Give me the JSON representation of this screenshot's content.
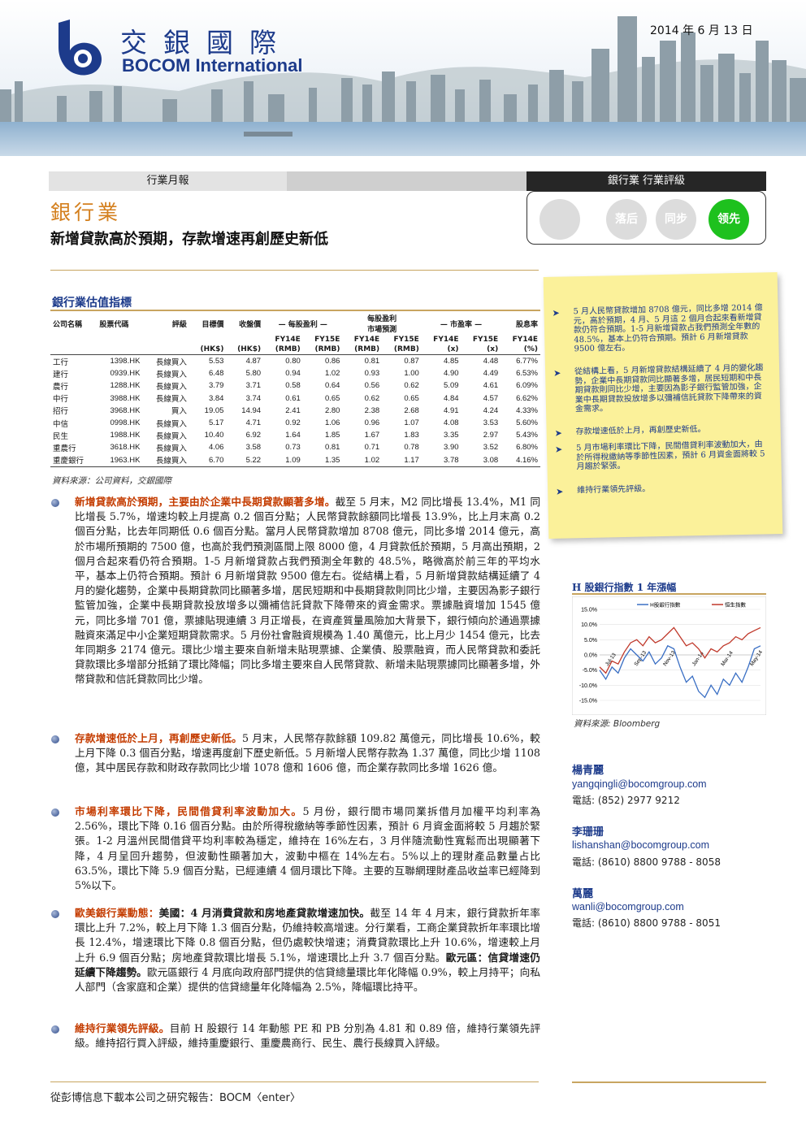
{
  "header": {
    "brand_cn": "交銀國際",
    "brand_en": "BOCOM International",
    "date": "2014 年 6 月 13 日"
  },
  "strip": {
    "report_type": "行業月報",
    "rating_label": "銀行業 行業評級",
    "ratings": [
      "落后",
      "同步",
      "领先"
    ],
    "active_rating": "领先"
  },
  "title": {
    "sector": "銀行業",
    "headline": "新增貸款高於預期，存款增速再創歷史新低"
  },
  "valuation": {
    "title": "銀行業估值指標",
    "header_row1": [
      "公司名稱",
      "股票代碼",
      "評級",
      "目標價",
      "收盤價",
      "— 每股盈利 —",
      "每股盈利",
      "— 市盈率 —",
      "股息率"
    ],
    "header_row1b": "市場預測",
    "header_row2": [
      "FY14E",
      "FY15E",
      "FY14E",
      "FY15E",
      "FY14E",
      "FY15E",
      "FY14E"
    ],
    "header_row3": [
      "(HK$)",
      "(HK$)",
      "(RMB)",
      "(RMB)",
      "(RMB)",
      "(RMB)",
      "(x)",
      "(x)",
      "(%)"
    ],
    "rows": [
      [
        "工行",
        "1398.HK",
        "長線買入",
        "5.53",
        "4.87",
        "0.80",
        "0.86",
        "0.81",
        "0.87",
        "4.85",
        "4.48",
        "6.77%"
      ],
      [
        "建行",
        "0939.HK",
        "長線買入",
        "6.48",
        "5.80",
        "0.94",
        "1.02",
        "0.93",
        "1.00",
        "4.90",
        "4.49",
        "6.53%"
      ],
      [
        "農行",
        "1288.HK",
        "長線買入",
        "3.79",
        "3.71",
        "0.58",
        "0.64",
        "0.56",
        "0.62",
        "5.09",
        "4.61",
        "6.09%"
      ],
      [
        "中行",
        "3988.HK",
        "長線買入",
        "3.84",
        "3.74",
        "0.61",
        "0.65",
        "0.62",
        "0.65",
        "4.84",
        "4.57",
        "6.62%"
      ],
      [
        "招行",
        "3968.HK",
        "買入",
        "19.05",
        "14.94",
        "2.41",
        "2.80",
        "2.38",
        "2.68",
        "4.91",
        "4.24",
        "4.33%"
      ],
      [
        "中信",
        "0998.HK",
        "長線買入",
        "5.17",
        "4.71",
        "0.92",
        "1.06",
        "0.96",
        "1.07",
        "4.08",
        "3.53",
        "5.60%"
      ],
      [
        "民生",
        "1988.HK",
        "長線買入",
        "10.40",
        "6.92",
        "1.64",
        "1.85",
        "1.67",
        "1.83",
        "3.35",
        "2.97",
        "5.43%"
      ],
      [
        "重農行",
        "3618.HK",
        "長線買入",
        "4.06",
        "3.58",
        "0.73",
        "0.81",
        "0.71",
        "0.78",
        "3.90",
        "3.52",
        "6.80%"
      ],
      [
        "重慶銀行",
        "1963.HK",
        "長線買入",
        "6.70",
        "5.22",
        "1.09",
        "1.35",
        "1.02",
        "1.17",
        "3.78",
        "3.08",
        "4.16%"
      ]
    ],
    "source": "資料來源：公司資料，交銀國際"
  },
  "paragraphs": {
    "p1_lead": "新增貸款高於預期，主要由於企業中長期貸款顯著多增。",
    "p1_body": "截至 5 月末，M2 同比增長 13.4%，M1 同比增長 5.7%，增速均較上月提高 0.2 個百分點；人民幣貸款餘額同比增長 13.9%，比上月末高 0.2 個百分點，比去年同期低 0.6 個百分點。當月人民幣貸款增加 8708 億元，同比多增 2014 億元，高於市場所預期的 7500 億，也高於我們預測區間上限 8000 億，4 月貸款低於預期，5 月高出預期，2 個月合起來看仍符合預期。1-5 月新增貸款占我們預測全年數的 48.5%，略微高於前三年的平均水平，基本上仍符合預期。預計 6 月新增貸款 9500 億左右。從結構上看，5 月新增貸款結構延續了 4 月的變化趨勢，企業中長期貸款同比顯著多增，居民短期和中長期貸款則同比少增，主要因為影子銀行監管加強，企業中長期貸款投放增多以彌補信託貸款下降帶來的資金需求。票據融資增加 1545 億元，同比多增 701 億，票據貼現連續 3 月正增長，在資產質量風險加大背景下，銀行傾向於通過票據融資來滿足中小企業短期貸款需求。5 月份社會融資規模為 1.40 萬億元，比上月少 1454 億元，比去年同期多 2174 億元。環比少增主要來自新增未貼現票據、企業債、股票融資，而人民幣貸款和委託貸款環比多增部分抵銷了環比降幅；同比多增主要來自人民幣貸款、新增未貼現票據同比顯著多增，外幣貸款和信託貸款同比少增。",
    "p2_lead": "存款增速低於上月，再創歷史新低。",
    "p2_body": "5 月末，人民幣存款餘額 109.82 萬億元，同比增長 10.6%，較上月下降 0.3 個百分點，增速再度創下歷史新低。5 月新增人民幣存款為 1.37 萬億，同比少增 1108 億，其中居民存款和財政存款同比少增 1078 億和 1606 億，而企業存款同比多增 1626 億。",
    "p3_lead": "市場利率環比下降，民間借貸利率波動加大。",
    "p3_body": "5 月份，銀行間市場同業拆借月加權平均利率為 2.56%，環比下降 0.16 個百分點。由於所得稅繳納等季節性因素，預計 6 月資金面將較 5 月趨於緊張。1-2 月溫州民間借貸平均利率較為穩定，維持在 16%左右，3 月伴隨流動性寬鬆而出現顯著下降，4 月呈回升趨勢，但波動性顯著加大，波動中樞在 14%左右。5%以上的理財產品數量占比 63.5%，環比下降 5.9 個百分點，已經連續 4 個月環比下降。主要的互聯網理財產品收益率已經降到 5%以下。",
    "p4_lead": "歐美銀行業動態：",
    "p4_bold1": "美國：4 月消費貸款和房地產貸款增速加快。",
    "p4_body1": "截至 14 年 4 月末，銀行貸款折年率環比上升 7.2%，較上月下降 1.3 個百分點，仍維持較高增速。分行業看，工商企業貸款折年率環比增長 12.4%，增速環比下降 0.8 個百分點，但仍處較快增速；消費貸款環比上升 10.6%，增速較上月上升 6.9 個百分點；房地產貸款環比增長 5.1%，增速環比上升 3.7 個百分點。",
    "p4_bold2": "歐元區：信貸增速仍延續下降趨勢。",
    "p4_body2": "歐元區銀行 4 月底向政府部門提供的信貸總量環比年化降幅 0.9%，較上月持平；向私人部門（含家庭和企業）提供的信貸總量年化降幅為 2.5%，降幅環比持平。",
    "p5_lead": "維持行業領先評級。",
    "p5_body": "目前 H 股銀行 14 年動態 PE 和 PB 分別為 4.81 和 0.89 倍，維持行業領先評級。維持招行買入評級，維持重慶銀行、重慶農商行、民生、農行長線買入評級。"
  },
  "note": {
    "items": [
      "5 月人民幣貸款增加 8708 億元，同比多增 2014 億元，高於預期，4 月、5 月這 2 個月合起來看新增貸款仍符合預期。1-5 月新增貸款占我們預測全年數的 48.5%，基本上仍符合預期。預計 6 月新增貸款 9500 億左右。",
      "從結構上看，5 月新增貸款結構延續了 4 月的變化趨勢，企業中長期貸款同比顯著多增，居民短期和中長期貸款則同比少增，主要因為影子銀行監管加強，企業中長期貸款投放增多以彌補信託貸款下降帶來的資金需求。",
      "存款增速低於上月，再創歷史新低。",
      "5 月市場利率環比下降，民間借貸利率波動加大，由於所得稅繳納等季節性因素，預計 6 月資金面將較 5 月趨於緊張。",
      "維持行業領先評級。"
    ]
  },
  "chart": {
    "title": "H 股銀行指數 1 年漲幅",
    "source": "資料來源: Bloomberg"
  },
  "chart_data": {
    "type": "line",
    "title": "H 股銀行指數 1 年漲幅",
    "y_ticks": [
      "15.0%",
      "10.0%",
      "5.0%",
      "0.0%",
      "-5.0%",
      "-10.0%",
      "-15.0%"
    ],
    "ylim": [
      -15,
      15
    ],
    "x_ticks": [
      "Jul-13",
      "Sep-13",
      "Nov-13",
      "Jan-14",
      "Mar-14",
      "May-14"
    ],
    "legend_position": "top",
    "series": [
      {
        "name": "H股銀行指數",
        "color": "#3a6fc4",
        "values": [
          -5,
          -8,
          -4,
          -6,
          -1,
          2,
          0,
          -2,
          1,
          -3,
          -1,
          3,
          2,
          -4,
          -9,
          -7,
          -12,
          -14,
          -10,
          -13,
          -8,
          -10,
          -6,
          -9,
          -4,
          2,
          3
        ]
      },
      {
        "name": "恒生指數",
        "color": "#c0392b",
        "values": [
          -4,
          -6,
          -2,
          -3,
          1,
          4,
          5,
          3,
          6,
          4,
          5,
          7,
          9,
          6,
          3,
          4,
          2,
          -1,
          2,
          1,
          3,
          4,
          6,
          5,
          7,
          8,
          9
        ]
      }
    ]
  },
  "analysts": [
    {
      "name": "楊青麗",
      "email": "yangqingli@bocomgroup.com",
      "tel": "電話: (852) 2977 9212"
    },
    {
      "name": "李珊珊",
      "email": "lishanshan@bocomgroup.com",
      "tel": "電話: (8610) 8800 9788 - 8058"
    },
    {
      "name": "萬麗",
      "email": "wanli@bocomgroup.com",
      "tel": "電話: (8610) 8800 9788 - 8051"
    }
  ],
  "footer": {
    "text": "從彭博信息下載本公司之研究報告：BOCM〈enter〉"
  },
  "colors": {
    "brand_blue": "#1d3b8b",
    "accent_orange": "#d4801f",
    "lead_red": "#c43c00",
    "rating_green": "#1ec11e",
    "note_yellow": "#fbf19a",
    "rule_gold": "#c8a560"
  }
}
